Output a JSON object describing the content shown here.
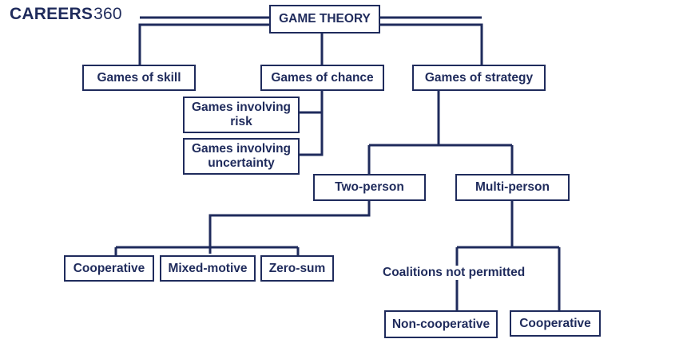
{
  "logo": {
    "bold": "CAREERS",
    "light": "360"
  },
  "nodes": {
    "root": "GAME THEORY",
    "skill": "Games of skill",
    "chance": "Games of chance",
    "strategy": "Games of strategy",
    "risk": "Games involving risk",
    "uncertainty": "Games involving uncertainty",
    "two_person": "Two-person",
    "multi_person": "Multi-person",
    "cooperative_two": "Cooperative",
    "mixed_motive": "Mixed-motive",
    "zero_sum": "Zero-sum",
    "coalitions_label": "Coalitions not permitted",
    "non_cooperative": "Non-cooperative",
    "cooperative_multi": "Cooperative"
  },
  "colors": {
    "ink": "#1f2b5c",
    "background": "#ffffff"
  }
}
